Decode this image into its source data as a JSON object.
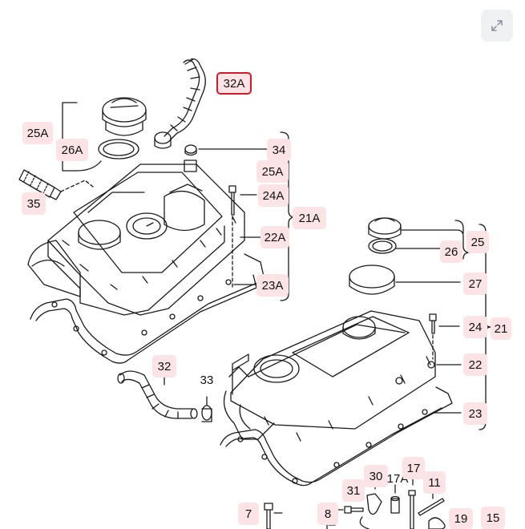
{
  "labels": {
    "l32A": "32A",
    "l25A_left": "25A",
    "l26A": "26A",
    "l35": "35",
    "l34": "34",
    "l25A_right": "25A",
    "l24A": "24A",
    "l22A": "22A",
    "l21A": "21A",
    "l23A": "23A",
    "l25": "25",
    "l26": "26",
    "l27": "27",
    "l24": "24",
    "l21": "21",
    "l22": "22",
    "l23": "23",
    "l32": "32",
    "l33": "33",
    "l30": "30",
    "l17A": "17A",
    "l17": "17",
    "l31": "31",
    "l11": "11",
    "l7": "7",
    "l8": "8",
    "l19": "19",
    "l15": "15"
  },
  "icons": {
    "expand": "expand-arrows-icon"
  },
  "colors": {
    "tag_bg": "#fbe3e6",
    "selected_border": "#d11a2a",
    "line": "#1a1a1a"
  }
}
